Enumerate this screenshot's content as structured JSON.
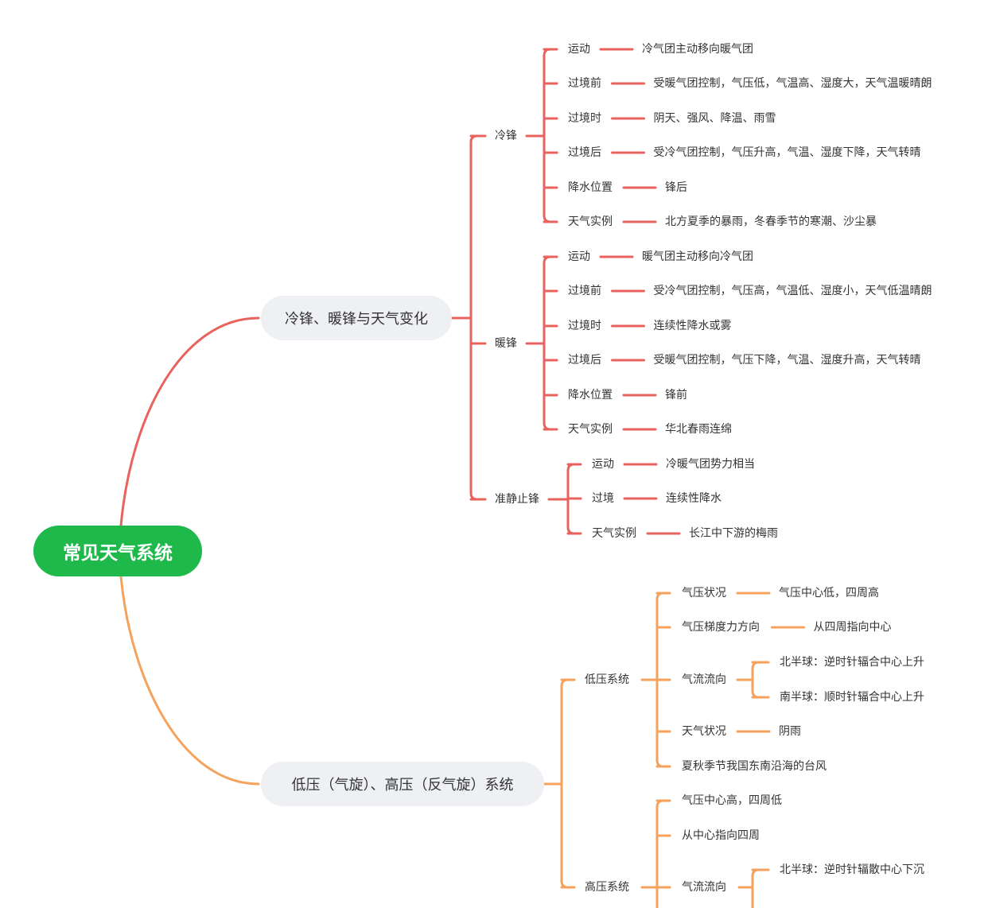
{
  "root": {
    "label": "常见天气系统",
    "color": "#1fb84a"
  },
  "colors": {
    "branch_red": "#e8625e",
    "branch_orange": "#f4a25c",
    "pill_bg": "#eef0f3"
  },
  "branches": [
    {
      "label": "冷锋、暖锋与天气变化",
      "children": [
        {
          "label": "冷锋",
          "children": [
            {
              "label": "运动",
              "children": [
                {
                  "label": "冷气团主动移向暖气团"
                }
              ]
            },
            {
              "label": "过境前",
              "children": [
                {
                  "label": "受暖气团控制，气压低，气温高、湿度大，天气温暖晴朗"
                }
              ]
            },
            {
              "label": "过境时",
              "children": [
                {
                  "label": "阴天、强风、降温、雨雪"
                }
              ]
            },
            {
              "label": "过境后",
              "children": [
                {
                  "label": "受冷气团控制，气压升高，气温、湿度下降，天气转晴"
                }
              ]
            },
            {
              "label": "降水位置",
              "children": [
                {
                  "label": "锋后"
                }
              ]
            },
            {
              "label": "天气实例",
              "children": [
                {
                  "label": "北方夏季的暴雨，冬春季节的寒潮、沙尘暴"
                }
              ]
            }
          ]
        },
        {
          "label": "暖锋",
          "children": [
            {
              "label": "运动",
              "children": [
                {
                  "label": "暖气团主动移向冷气团"
                }
              ]
            },
            {
              "label": "过境前",
              "children": [
                {
                  "label": "受冷气团控制，气压高，气温低、湿度小，天气低温晴朗"
                }
              ]
            },
            {
              "label": "过境时",
              "children": [
                {
                  "label": "连续性降水或雾"
                }
              ]
            },
            {
              "label": "过境后",
              "children": [
                {
                  "label": "受暖气团控制，气压下降，气温、湿度升高，天气转晴"
                }
              ]
            },
            {
              "label": "降水位置",
              "children": [
                {
                  "label": "锋前"
                }
              ]
            },
            {
              "label": "天气实例",
              "children": [
                {
                  "label": "华北春雨连绵"
                }
              ]
            }
          ]
        },
        {
          "label": "准静止锋",
          "children": [
            {
              "label": "运动",
              "children": [
                {
                  "label": "冷暖气团势力相当"
                }
              ]
            },
            {
              "label": "过境",
              "children": [
                {
                  "label": "连续性降水"
                }
              ]
            },
            {
              "label": "天气实例",
              "children": [
                {
                  "label": "长江中下游的梅雨"
                }
              ]
            }
          ]
        }
      ]
    },
    {
      "label": "低压（气旋）、高压（反气旋）系统",
      "children": [
        {
          "label": "低压系统",
          "children": [
            {
              "label": "气压状况",
              "children": [
                {
                  "label": "气压中心低，四周高"
                }
              ]
            },
            {
              "label": "气压梯度力方向",
              "children": [
                {
                  "label": "从四周指向中心"
                }
              ]
            },
            {
              "label": "气流流向",
              "children": [
                {
                  "label": "北半球：逆时针辐合中心上升"
                },
                {
                  "label": "南半球：顺时针辐合中心上升"
                }
              ]
            },
            {
              "label": "天气状况",
              "children": [
                {
                  "label": "阴雨"
                }
              ]
            },
            {
              "label": "夏秋季节我国东南沿海的台风"
            }
          ]
        },
        {
          "label": "高压系统",
          "children": [
            {
              "label": "气压中心高，四周低"
            },
            {
              "label": "从中心指向四周"
            },
            {
              "label": "气流流向",
              "children": [
                {
                  "label": "北半球：逆时针辐散中心下沉"
                }
              ]
            }
          ]
        }
      ]
    }
  ]
}
